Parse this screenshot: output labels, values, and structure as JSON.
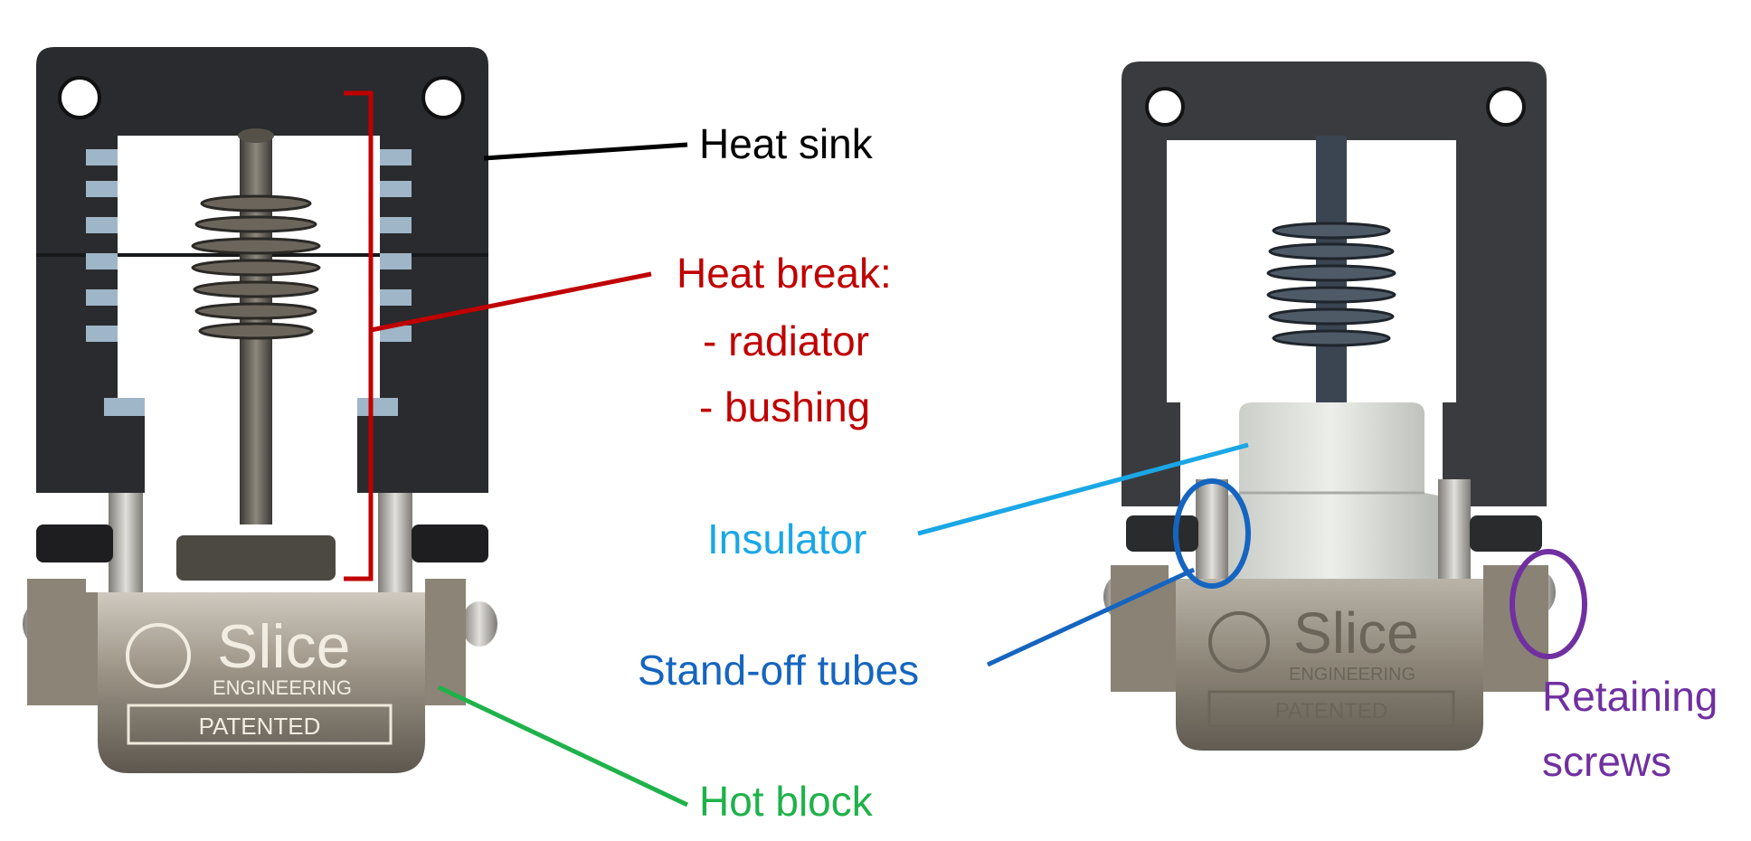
{
  "colors": {
    "heat_sink": "#000000",
    "heat_break": "#c00000",
    "insulator": "#1aa7e6",
    "standoff_tubes": "#1565c0",
    "hot_block": "#1fb24a",
    "retaining_screws": "#7030a0",
    "heatsink_body": "#2a2b2e",
    "hotblock_body": "#8a8275"
  },
  "labels": {
    "heat_sink": "Heat sink",
    "heat_break_title": "Heat break:",
    "heat_break_item1": "- radiator",
    "heat_break_item2": "- bushing",
    "insulator": "Insulator",
    "standoff_tubes": "Stand-off tubes",
    "hot_block": "Hot block",
    "retaining_line1": "Retaining",
    "retaining_line2": "screws"
  },
  "engraving": {
    "brand": "Slice",
    "subbrand": "ENGINEERING",
    "stamp": "PATENTED"
  }
}
